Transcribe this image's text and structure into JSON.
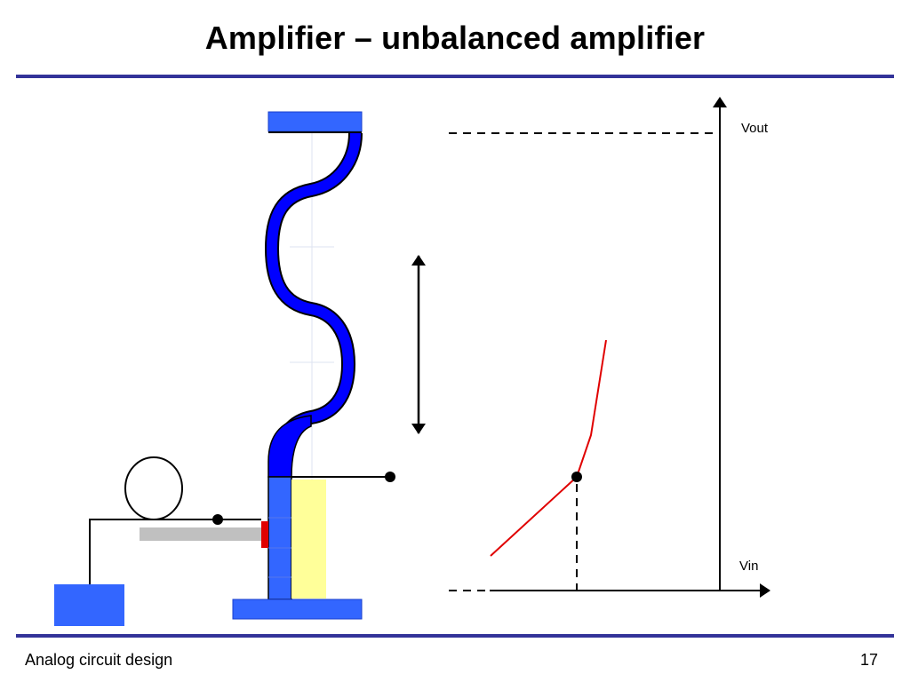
{
  "slide": {
    "title": "Amplifier – unbalanced amplifier",
    "footer_left": "Analog circuit design",
    "page_number": "17"
  },
  "graph": {
    "y_axis_label": "Vout",
    "x_axis_label": "Vin"
  },
  "colors": {
    "rule": "#333399",
    "spring_blue": "#0000ff",
    "plate_blue": "#3366ff",
    "highlight_yellow": "#ffff99",
    "curve_red": "#e00000",
    "rod_gray": "#c0c0c0"
  }
}
